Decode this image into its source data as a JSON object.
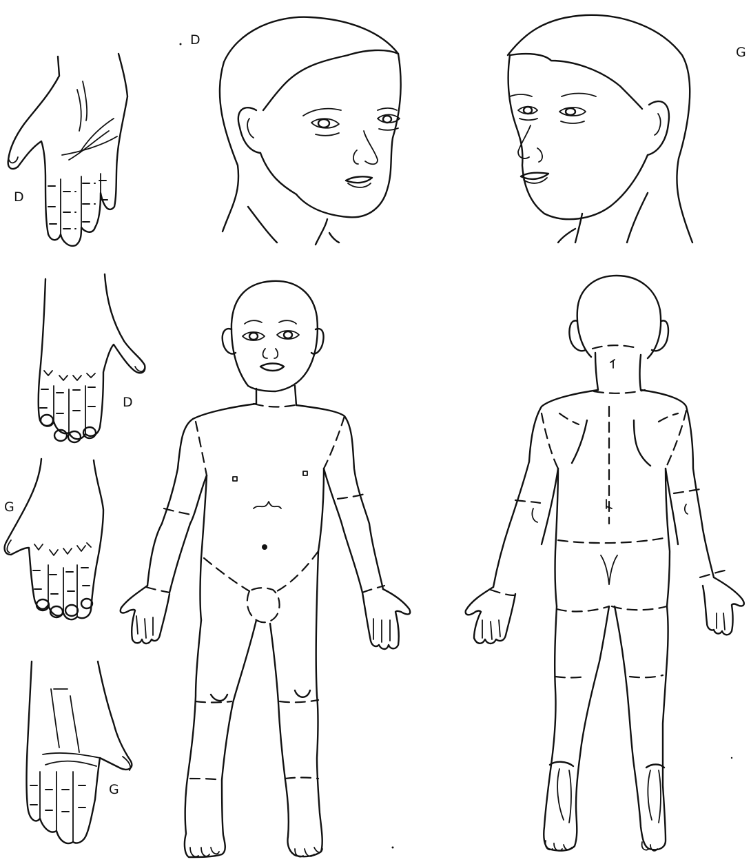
{
  "labels": {
    "head_right": "D",
    "head_left": "G",
    "hand_palm_right": "D",
    "hand_back_right": "D",
    "hand_back_left": "G",
    "hand_palm_left": "G"
  }
}
